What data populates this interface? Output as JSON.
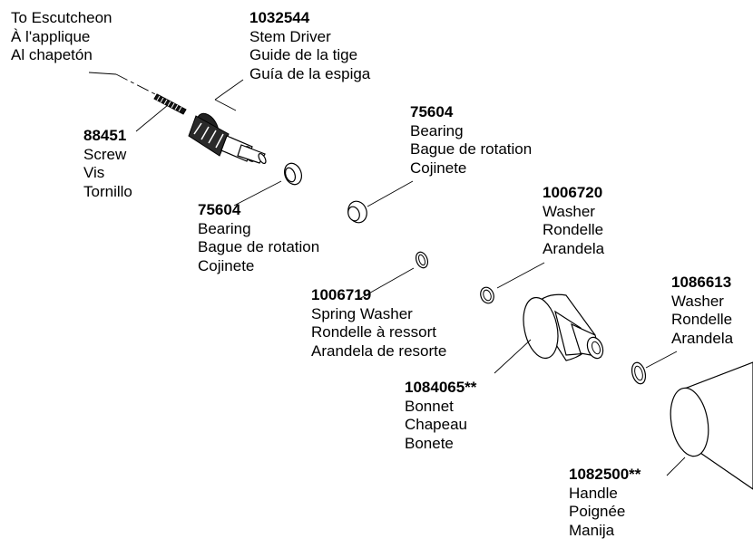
{
  "escutcheon": {
    "lines": [
      "To Escutcheon",
      "À l'applique",
      "Al chapetón"
    ]
  },
  "parts": {
    "stem_driver": {
      "number": "1032544",
      "lines": [
        "Stem Driver",
        "Guide de la tige",
        "Guía de la espiga"
      ]
    },
    "screw": {
      "number": "88451",
      "lines": [
        "Screw",
        "Vis",
        "Tornillo"
      ]
    },
    "bearing_right": {
      "number": "75604",
      "lines": [
        "Bearing",
        "Bague de rotation",
        "Cojinete"
      ]
    },
    "bearing_left": {
      "number": "75604",
      "lines": [
        "Bearing",
        "Bague de rotation",
        "Cojinete"
      ]
    },
    "washer_1006720": {
      "number": "1006720",
      "lines": [
        "Washer",
        "Rondelle",
        "Arandela"
      ]
    },
    "spring_washer": {
      "number": "1006719",
      "lines": [
        "Spring Washer",
        "Rondelle à ressort",
        "Arandela de resorte"
      ]
    },
    "washer_1086613": {
      "number": "1086613",
      "lines": [
        "Washer",
        "Rondelle",
        "Arandela"
      ]
    },
    "bonnet": {
      "number": "1084065**",
      "lines": [
        "Bonnet",
        "Chapeau",
        "Bonete"
      ]
    },
    "handle": {
      "number": "1082500**",
      "lines": [
        "Handle",
        "Poignée",
        "Manija"
      ]
    }
  }
}
